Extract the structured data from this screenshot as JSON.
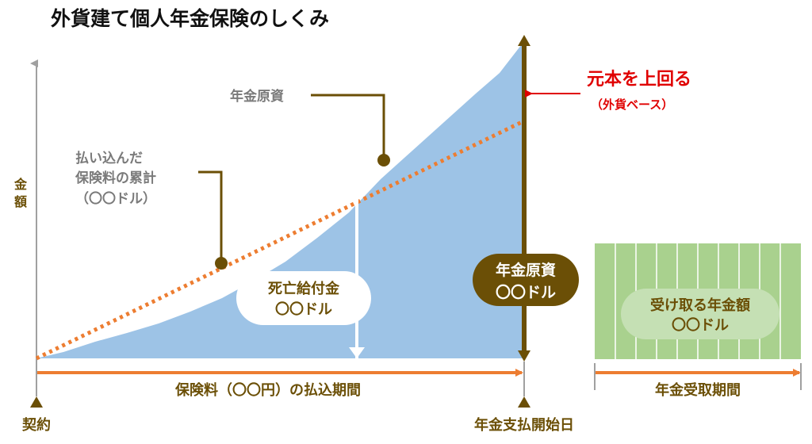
{
  "title": "外貨建て個人年金保険のしくみ",
  "y_axis_label": [
    "金",
    "額"
  ],
  "labels": {
    "fund": "年金原資",
    "premium_total": [
      "払い込んだ",
      "保険料の累計",
      "（〇〇ドル）"
    ],
    "exceed": "元本を上回る",
    "exceed_sub": "（外貨ベース）",
    "death_benefit": [
      "死亡給付金",
      "〇〇ドル"
    ],
    "fund_badge": [
      "年金原資",
      "〇〇ドル"
    ],
    "annuity": [
      "受け取る年金額",
      "〇〇ドル"
    ],
    "pay_period": "保険料（〇〇円）の払込期間",
    "receive_period": "年金受取期間",
    "contract": "契約",
    "start": "年金支払開始日"
  },
  "colors": {
    "title": "#111111",
    "brown": "#6b4f06",
    "area": "#9dc3e6",
    "dotted": "#ed7d31",
    "red": "#e00000",
    "green": "#a9d18e",
    "gray_text": "#7a7a7a",
    "axis_gray": "#a0a0a0"
  }
}
